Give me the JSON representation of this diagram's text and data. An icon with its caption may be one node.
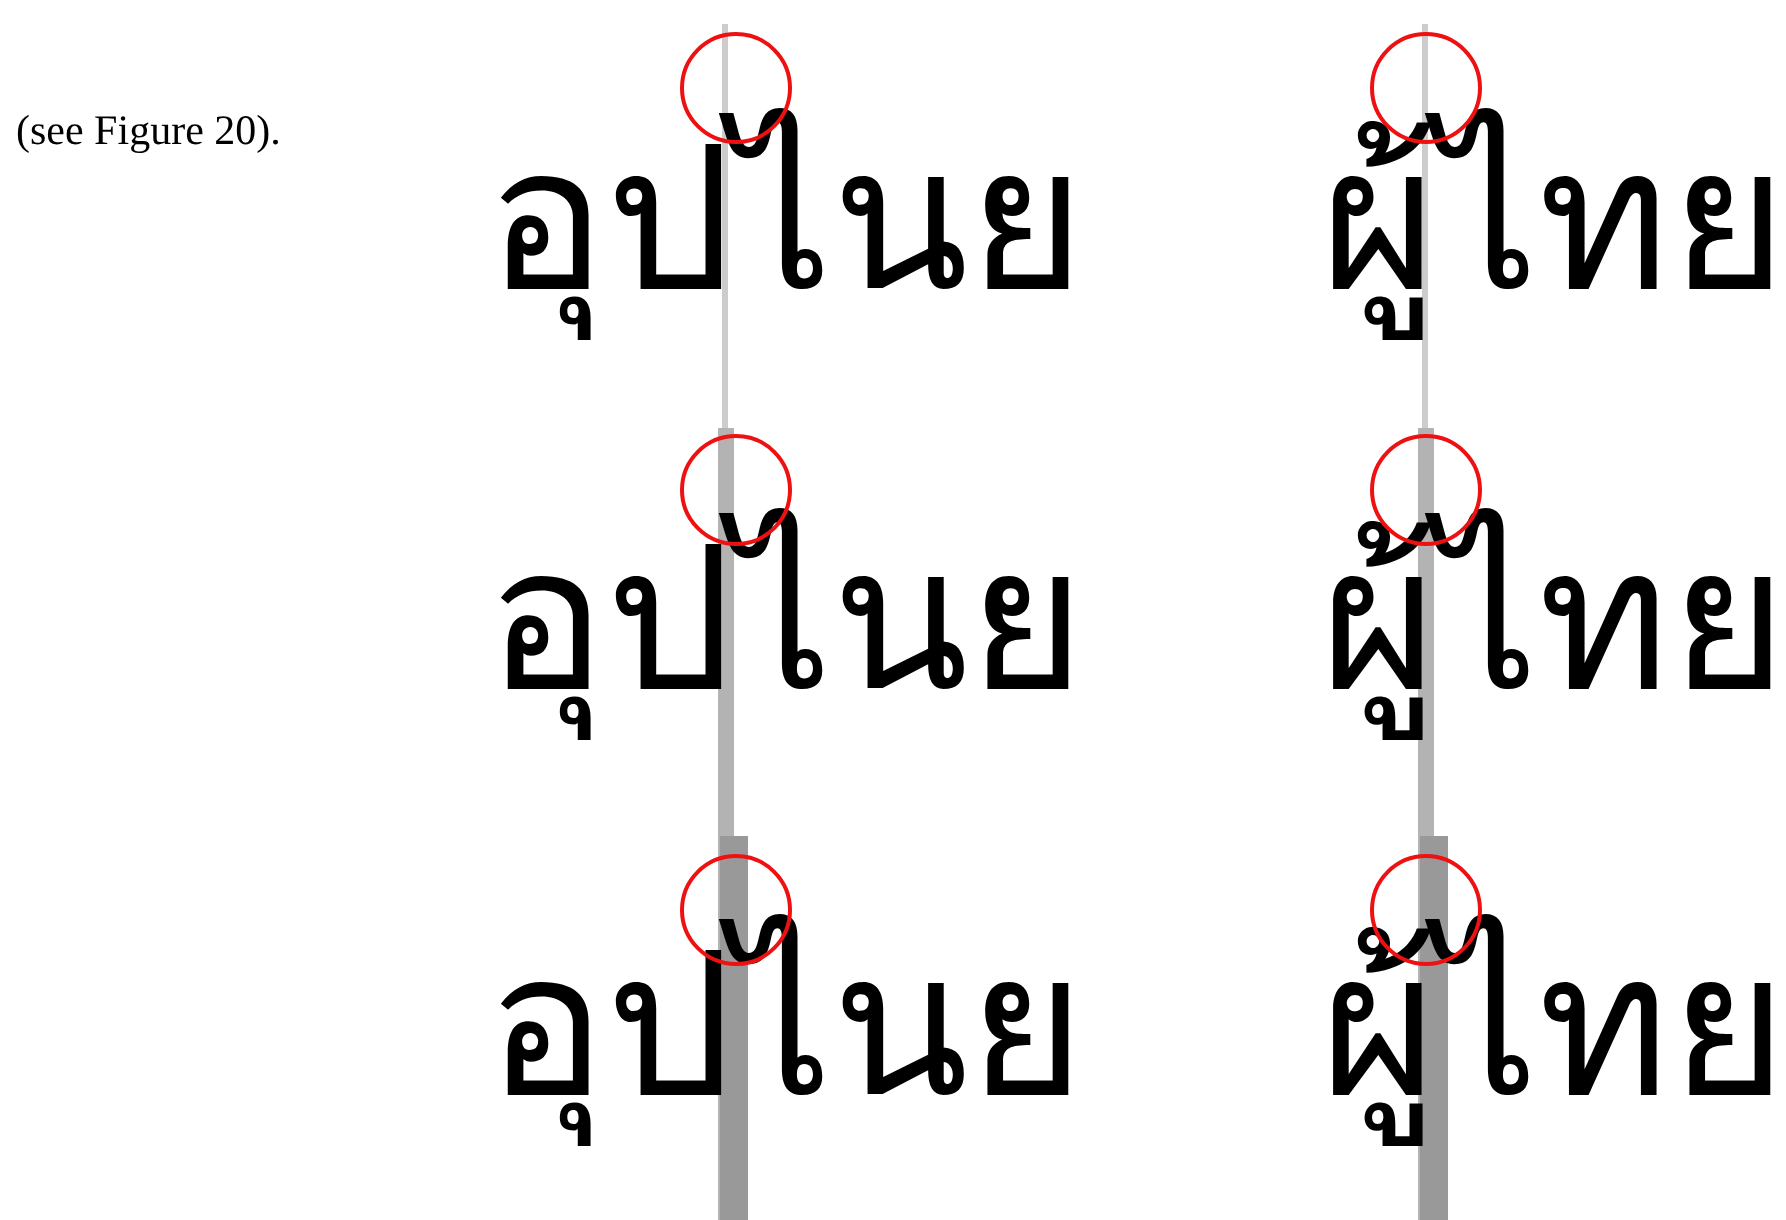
{
  "diagram": {
    "labels": [
      "(see Figure 20).",
      "อุปไนย",
      "ผู้ไทย",
      "อุปไนย",
      "ผู้ไทย",
      "อุปไนย",
      "ผู้ไทย"
    ]
  }
}
